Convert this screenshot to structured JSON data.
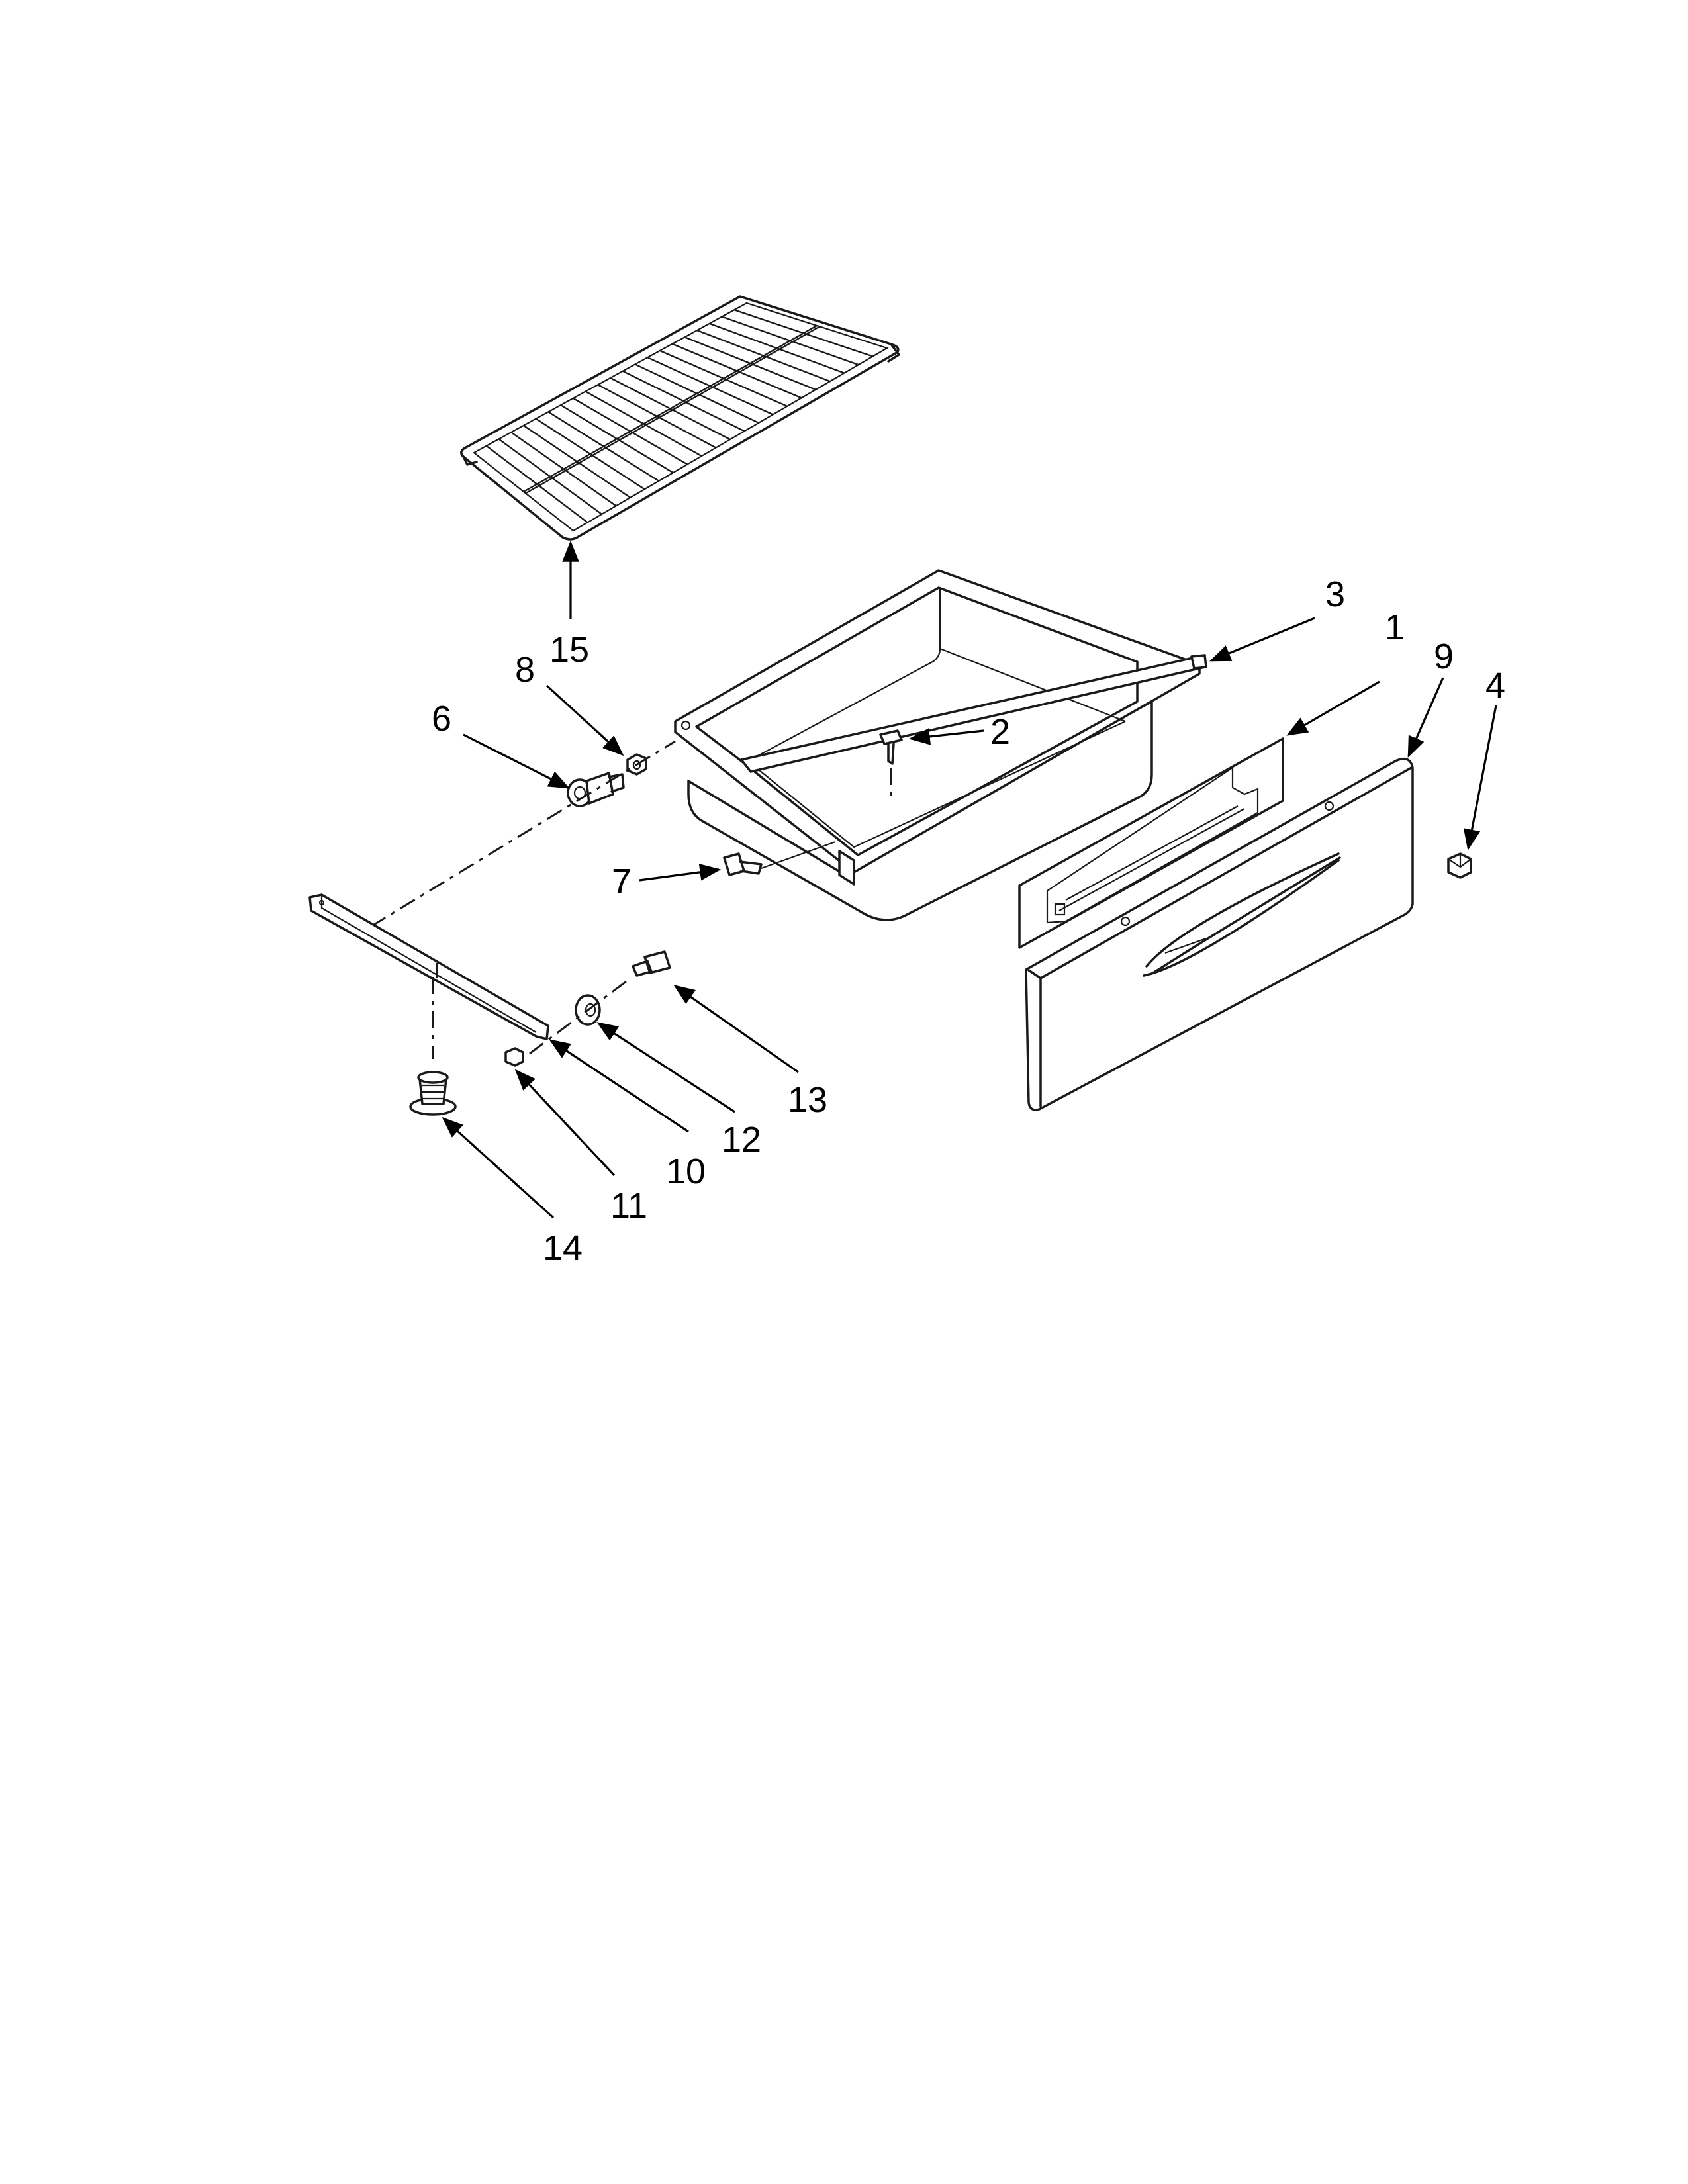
{
  "callouts": [
    "1",
    "2",
    "3",
    "4",
    "6",
    "7",
    "8",
    "9",
    "10",
    "11",
    "12",
    "13",
    "14",
    "15"
  ],
  "colors": {
    "line": "#1a1a1a",
    "background": "#ffffff"
  }
}
